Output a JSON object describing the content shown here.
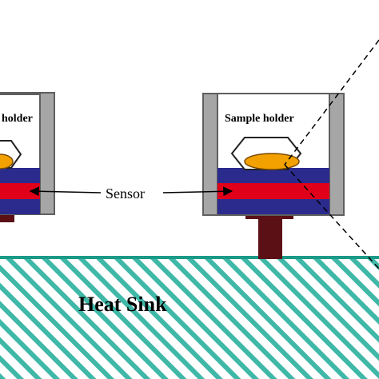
{
  "labels": {
    "sample_holder_left": "holder",
    "sample_holder_right": "Sample holder",
    "sensor": "Sensor",
    "heat_sink": "Heat Sink"
  },
  "colors": {
    "background": "#ffffff",
    "chamber_frame": "#5f5f5f",
    "wall_gray": "#a6a6a6",
    "inner_white": "#ffffff",
    "sensor_red": "#e0001a",
    "plate_navy": "#2b2b8e",
    "sample_orange": "#f2a100",
    "sample_edge": "#7a4a00",
    "hexagon_edge": "#222222",
    "stem_maroon": "#5b1016",
    "heat_sink_hatch": "#3fb8a8",
    "heat_sink_line": "#1a9a88",
    "arrow": "#000000"
  }
}
